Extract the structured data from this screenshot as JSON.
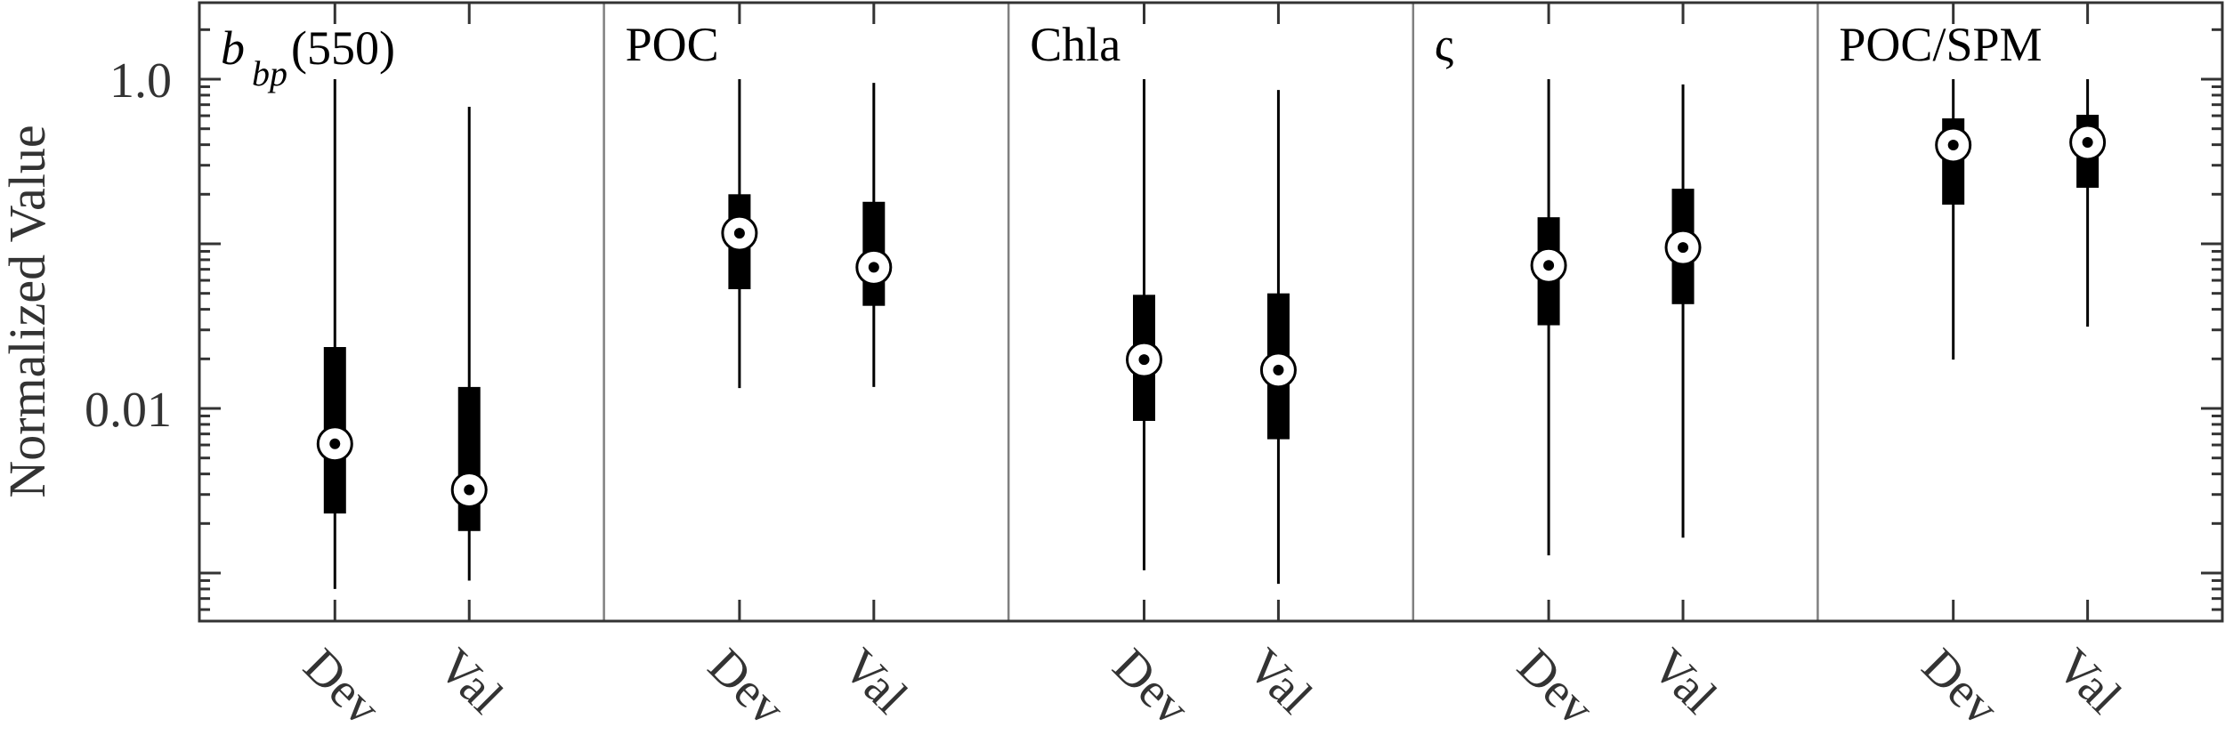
{
  "chart_data": {
    "type": "box",
    "title": "",
    "ylabel": "Normalized Value",
    "xlabel": "",
    "yscale": "log",
    "ylim": [
      0.00051,
      2.92
    ],
    "yticks_major": [
      0.001,
      0.01,
      0.1,
      1.0,
      10
    ],
    "ytick_labels": [
      {
        "value": 1.0,
        "label": "1.0"
      },
      {
        "value": 0.01,
        "label": "0.01"
      }
    ],
    "grid": false,
    "legend": null,
    "categories": [
      "Dev",
      "Val"
    ],
    "panels": [
      {
        "label": "b_bp(550)",
        "label_main": "b",
        "label_sub": "bp",
        "label_tail": "(550)",
        "boxes": [
          {
            "category": "Dev",
            "min": 0.0008,
            "q1": 0.0023,
            "median": 0.0061,
            "q3": 0.0236,
            "max": 1.0
          },
          {
            "category": "Val",
            "min": 0.0009,
            "q1": 0.0018,
            "median": 0.0032,
            "q3": 0.0135,
            "max": 0.68
          }
        ]
      },
      {
        "label": "POC",
        "boxes": [
          {
            "category": "Dev",
            "min": 0.0133,
            "q1": 0.053,
            "median": 0.116,
            "q3": 0.2,
            "max": 1.0
          },
          {
            "category": "Val",
            "min": 0.0135,
            "q1": 0.042,
            "median": 0.072,
            "q3": 0.18,
            "max": 0.95
          }
        ]
      },
      {
        "label": "Chla",
        "boxes": [
          {
            "category": "Dev",
            "min": 0.00104,
            "q1": 0.0084,
            "median": 0.0198,
            "q3": 0.049,
            "max": 1.0
          },
          {
            "category": "Val",
            "min": 0.00086,
            "q1": 0.0065,
            "median": 0.0171,
            "q3": 0.05,
            "max": 0.86
          }
        ]
      },
      {
        "label": "ς",
        "boxes": [
          {
            "category": "Dev",
            "min": 0.00128,
            "q1": 0.032,
            "median": 0.074,
            "q3": 0.145,
            "max": 1.0
          },
          {
            "category": "Val",
            "min": 0.00164,
            "q1": 0.043,
            "median": 0.095,
            "q3": 0.216,
            "max": 0.93
          }
        ]
      },
      {
        "label": "POC/SPM",
        "boxes": [
          {
            "category": "Dev",
            "min": 0.0198,
            "q1": 0.173,
            "median": 0.398,
            "q3": 0.578,
            "max": 1.0
          },
          {
            "category": "Val",
            "min": 0.0314,
            "q1": 0.219,
            "median": 0.413,
            "q3": 0.608,
            "max": 1.0
          }
        ]
      }
    ]
  },
  "colors": {
    "axis": "#333333",
    "divider": "#808080",
    "box": "#000000",
    "text": "#000000",
    "tick_text": "#333333"
  }
}
